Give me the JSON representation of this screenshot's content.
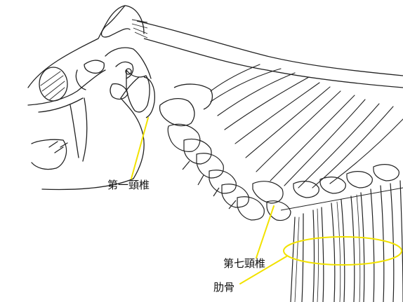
{
  "labels": {
    "first_cervical": "第一頸椎",
    "seventh_cervical": "第七頸椎",
    "ribs": "肋骨"
  },
  "colors": {
    "outline": "#222222",
    "leader": "#f2e200",
    "shading": "#333333",
    "background": "#ffffff"
  }
}
